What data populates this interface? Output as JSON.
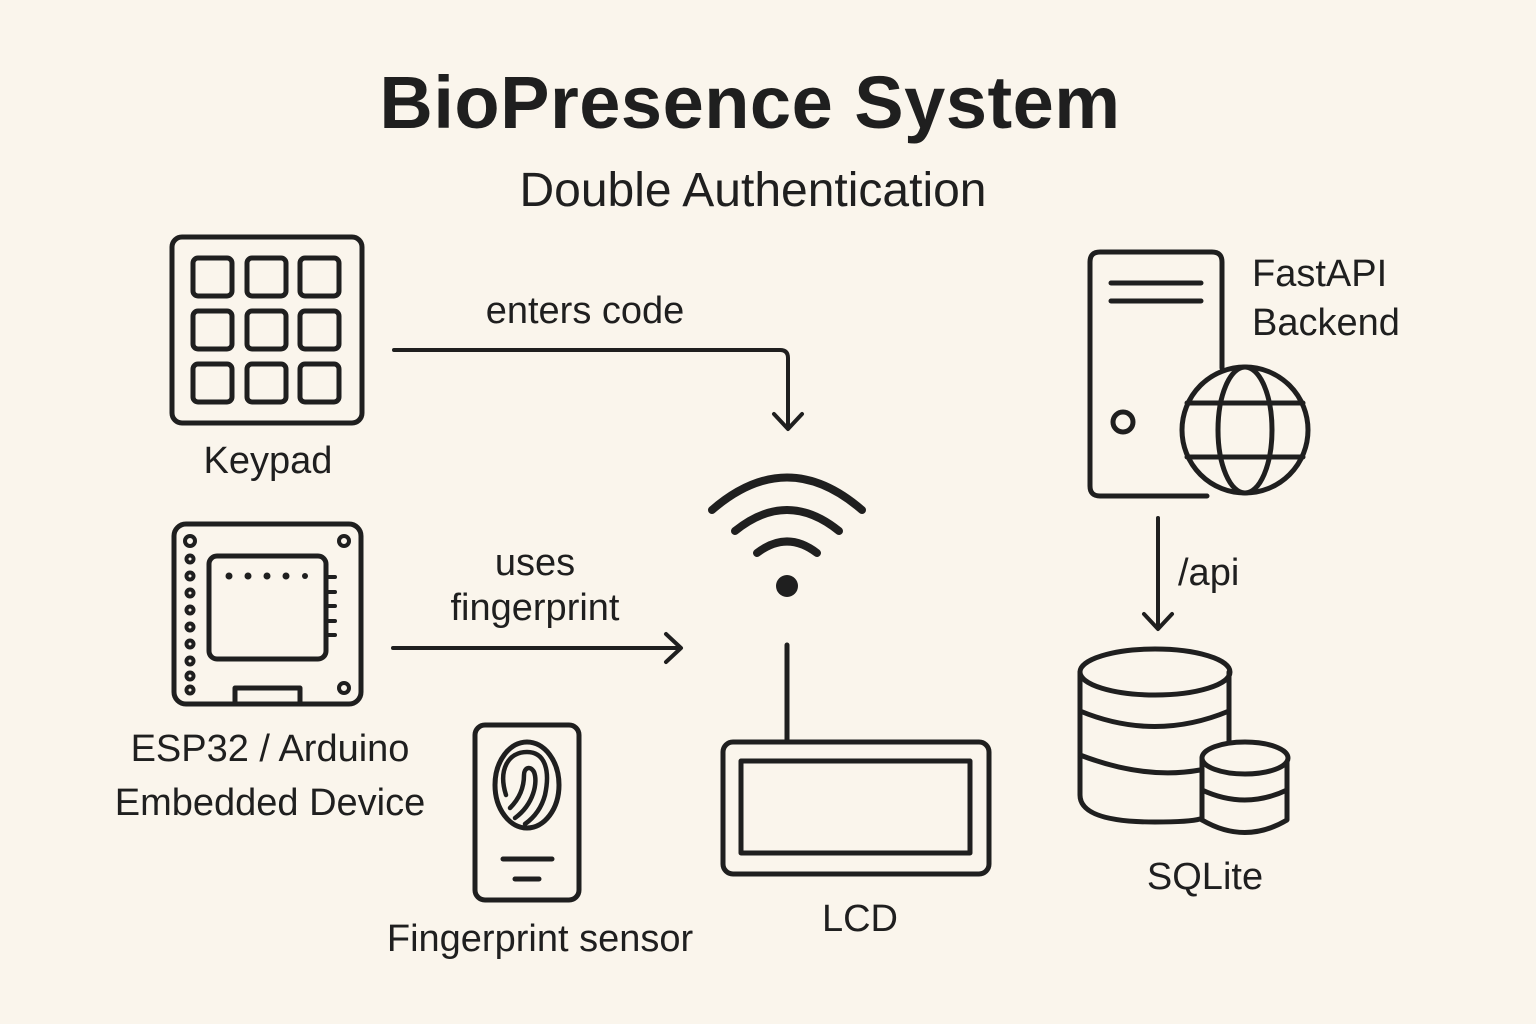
{
  "header": {
    "title": "BioPresence System",
    "subtitle": "Double Authentication"
  },
  "nodes": {
    "keypad": {
      "label": "Keypad",
      "icon": "keypad-icon"
    },
    "esp32": {
      "label_line1": "ESP32 / Arduino",
      "label_line2": "Embedded Device",
      "icon": "microcontroller-board-icon"
    },
    "fingerprint_sensor": {
      "label": "Fingerprint sensor",
      "icon": "fingerprint-icon"
    },
    "lcd": {
      "label": "LCD",
      "icon": "lcd-display-icon"
    },
    "wifi": {
      "icon": "wifi-icon"
    },
    "backend": {
      "label_line1": "FastAPI",
      "label_line2": "Backend",
      "icon": "server-globe-icon"
    },
    "database": {
      "label": "SQLite",
      "icon": "database-icon"
    }
  },
  "edges": {
    "keypad_to_lcd": {
      "label": "enters code"
    },
    "esp32_to_lcd": {
      "label_line1": "uses",
      "label_line2": "fingerprint"
    },
    "backend_to_db": {
      "label": "/api"
    }
  },
  "colors": {
    "background": "#faf5ec",
    "stroke": "#1f1f1f"
  }
}
